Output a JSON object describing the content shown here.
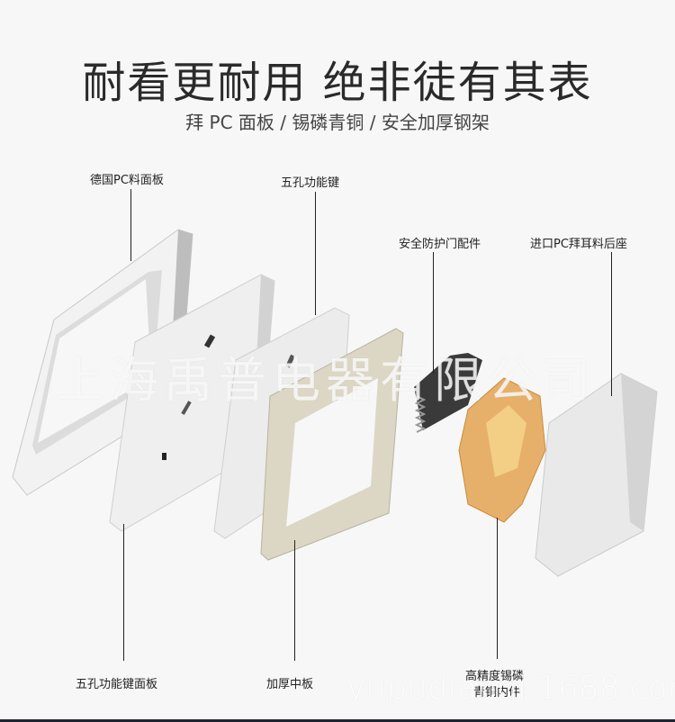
{
  "header": {
    "title": "耐看更耐用 绝非徒有其表",
    "subtitle": "拜 PC 面板 / 锡磷青铜 / 安全加厚钢架"
  },
  "parts": {
    "top": [
      {
        "id": "frame",
        "label": "德国PC料面板"
      },
      {
        "id": "keys",
        "label": "五孔功能键"
      },
      {
        "id": "shutter",
        "label": "安全防护门配件"
      },
      {
        "id": "base",
        "label": "进口PC拜耳料后座"
      }
    ],
    "bottom": [
      {
        "id": "key-panel",
        "label": "五孔功能键面板"
      },
      {
        "id": "mid-plate",
        "label": "加厚中板"
      },
      {
        "id": "copper",
        "label_line1": "高精度锡磷",
        "label_line2": "青铜内件"
      }
    ]
  },
  "watermarks": {
    "company": "上海禹普电器有限公司",
    "site": "yupudianqi.1688.com"
  },
  "colors": {
    "background": "#f7f7f7",
    "plastic": "#eeeeee",
    "steel": "#d9d4c4",
    "copper": "#e2a85a",
    "shutter": "#3a3a3a"
  }
}
